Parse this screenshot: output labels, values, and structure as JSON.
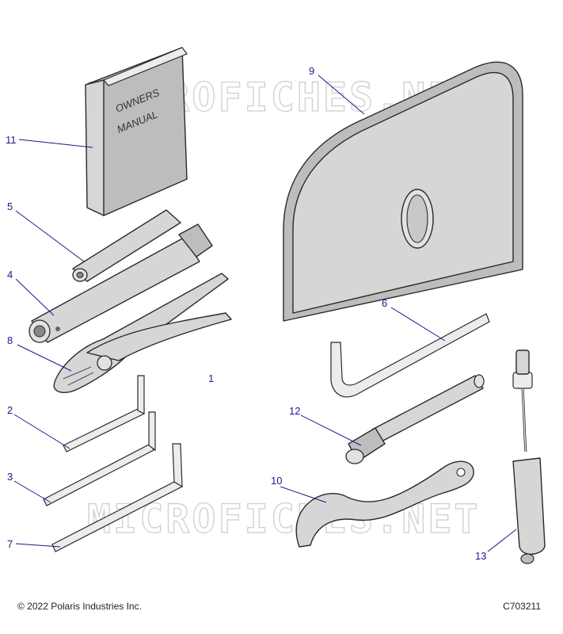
{
  "watermark": "MICROFICHES.NET",
  "manual": {
    "line1": "OWNERS",
    "line2": "MANUAL"
  },
  "callouts": {
    "c1": "1",
    "c2": "2",
    "c3": "3",
    "c4": "4",
    "c5": "5",
    "c6": "6",
    "c7": "7",
    "c8": "8",
    "c9": "9",
    "c10": "10",
    "c11": "11",
    "c12": "12",
    "c13": "13"
  },
  "footer": {
    "copyright": "© 2022 Polaris Industries Inc.",
    "drawing_code": "C703211"
  },
  "colors": {
    "callout": "#1a1a8c",
    "part_fill": "#d6d6d6",
    "outline": "#2a2a2a"
  }
}
